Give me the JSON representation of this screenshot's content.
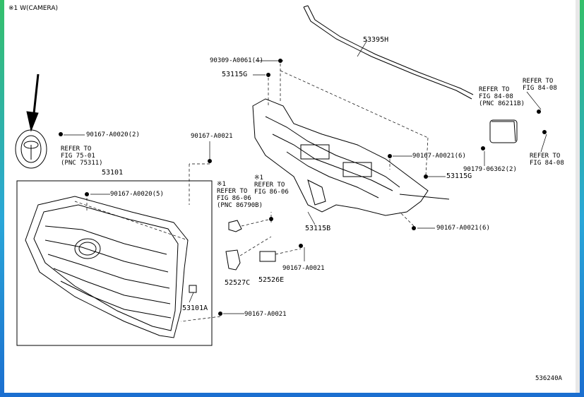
{
  "diagram": {
    "header_note": "※1 W(CAMERA)",
    "code": "536240A",
    "labels": {
      "p53395H": "53395H",
      "p90309": "90309-A0061(4)",
      "p53115G_top": "53115G",
      "p90167_0020_2": "90167-A0020(2)",
      "p90167_0021_a": "90167-A0021",
      "p53101": "53101",
      "p90167_0020_5": "90167-A0020(5)",
      "p90167_0021_6a": "90167-A0021(6)",
      "p53115G_right": "53115G",
      "p90179": "90179-06362(2)",
      "p53115B": "53115B",
      "p90167_0021_6b": "90167-A0021(6)",
      "p90167_0021_b": "90167-A0021",
      "p52527C": "52527C",
      "p52526E": "52526E",
      "p53101A": "53101A",
      "p90167_0021_c": "90167-A0021"
    },
    "refs": {
      "fig75": {
        "line1": "REFER TO",
        "line2": "FIG 75-01",
        "line3": "(PNC 75311)"
      },
      "fig84a": {
        "line1": "REFER TO",
        "line2": "FIG 84-08",
        "line3": "(PNC 86211B)"
      },
      "fig84b": {
        "line1": "REFER TO",
        "line2": "FIG 84-08"
      },
      "fig84c": {
        "line1": "REFER TO",
        "line2": "FIG 84-08"
      },
      "fig86a": {
        "mark": "※1",
        "line1": "REFER TO",
        "line2": "FIG 86-06",
        "line3": "(PNC 86790B)"
      },
      "fig86b": {
        "mark": "※1",
        "line1": "REFER TO",
        "line2": "FIG 86-06"
      }
    }
  }
}
